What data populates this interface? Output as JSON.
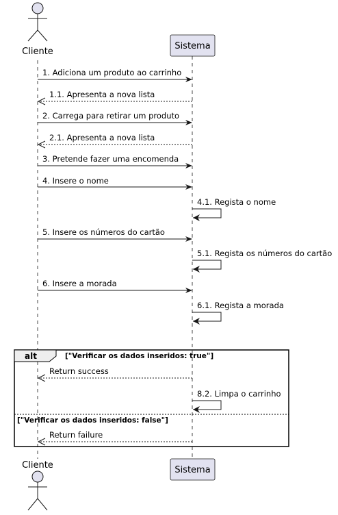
{
  "participants": {
    "actor": "Cliente",
    "system": "Sistema"
  },
  "messages": [
    "1. Adiciona um produto ao carrinho",
    "1.1. Apresenta a nova lista",
    "2. Carrega para retirar um produto",
    "2.1. Apresenta a nova lista",
    "3. Pretende fazer uma encomenda",
    "4. Insere o nome",
    "4.1. Regista o nome",
    "5. Insere os números do cartão",
    "5.1. Regista os números do cartão",
    "6. Insere a morada",
    "6.1. Regista a morada",
    "Return success",
    "8.2. Limpa o carrinho",
    "Return failure"
  ],
  "alt": {
    "keyword": "alt",
    "guard_true": "[\"Verificar os dados inseridos: true\"]",
    "guard_false": "[\"Verificar os dados inseridos: false\"]"
  },
  "colors": {
    "participant_fill": "#E2E2F0",
    "participant_border": "#181818",
    "lifeline": "#181818"
  }
}
